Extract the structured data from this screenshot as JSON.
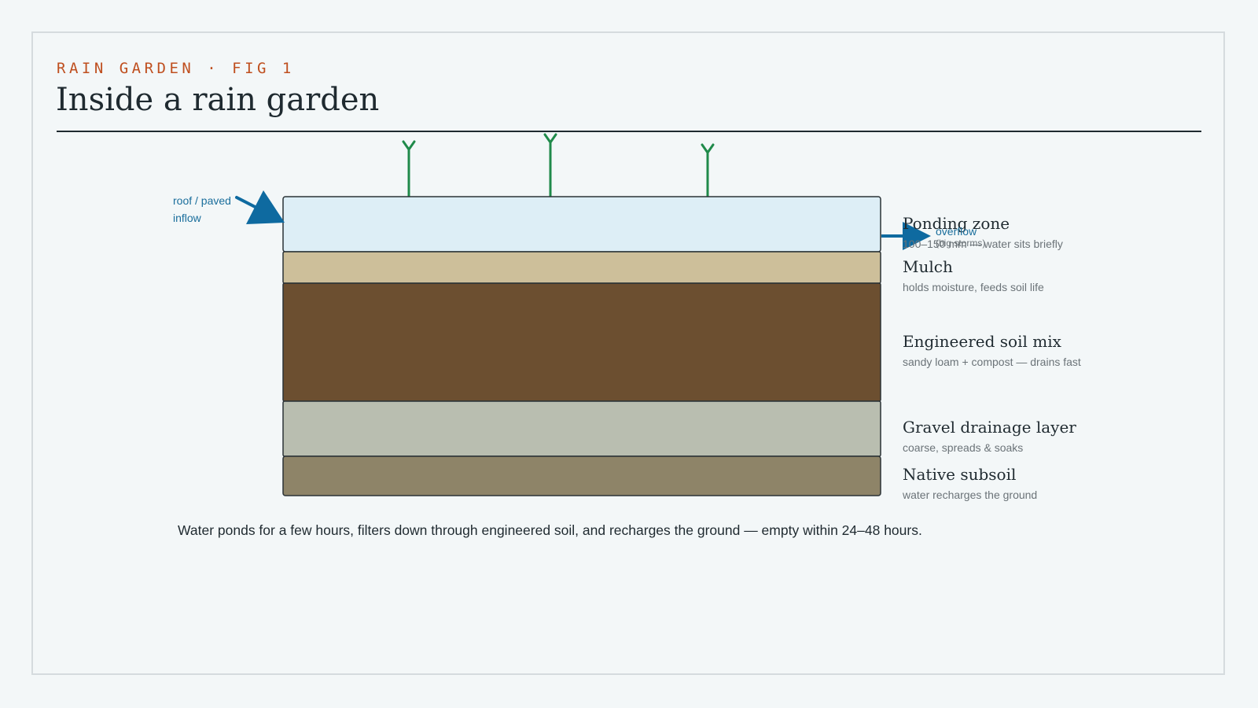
{
  "header": {
    "kicker": "RAIN GARDEN · FIG 1",
    "title": "Inside a rain garden"
  },
  "layers": [
    {
      "name": "Ponding zone",
      "desc": "100–150 mm — water sits briefly",
      "color": "#ddeef6"
    },
    {
      "name": "Mulch",
      "desc": "holds moisture, feeds soil life",
      "color": "#cdbf9a"
    },
    {
      "name": "Engineered soil mix",
      "desc": "sandy loam + compost — drains fast",
      "color": "#6c4f30"
    },
    {
      "name": "Gravel drainage layer",
      "desc": "coarse, spreads & soaks",
      "color": "#b9beb0"
    },
    {
      "name": "Native subsoil",
      "desc": "water recharges the ground",
      "color": "#8e8468"
    }
  ],
  "inflow": {
    "line1": "roof / paved",
    "line2": "inflow"
  },
  "overflow": {
    "line1": "overflow",
    "line2": "(big storms)"
  },
  "caption": "Water ponds for a few hours, filters down through engineered soil, and recharges the ground — empty within 24–48 hours.",
  "colors": {
    "water_arrow": "#0e6aa0",
    "plant": "#1f8a4a",
    "outline": "#2a3236",
    "accent": "#bf4f1f"
  },
  "icons": {
    "plant": "plant-icon",
    "inflow_arrow": "arrow-right-down-icon",
    "overflow_arrow": "arrow-right-icon"
  }
}
